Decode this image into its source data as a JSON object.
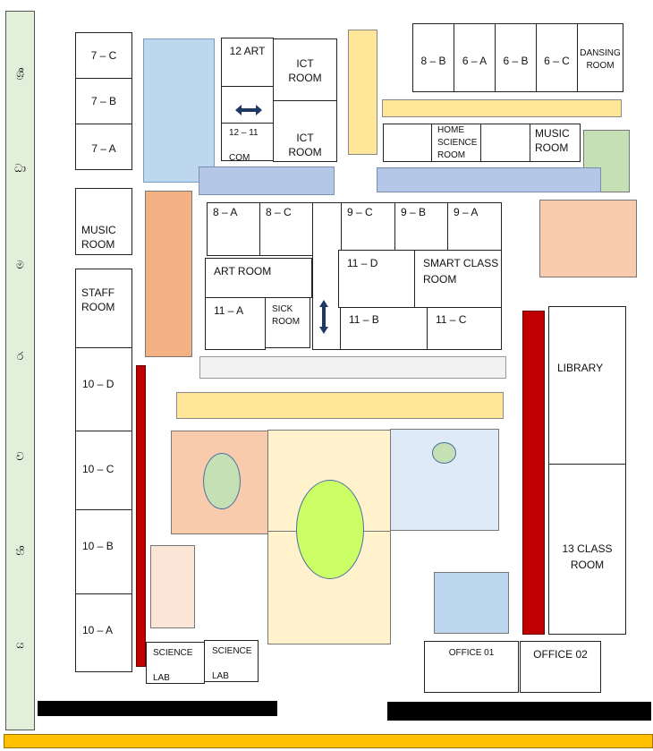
{
  "side_banner": {
    "letters": [
      "ශ්‍රී",
      "ධා",
      "ම",
      "ර",
      "ව",
      "හි",
      "ය"
    ]
  },
  "rooms": {
    "c7c": "7 – C",
    "c7b": "7 – B",
    "c7a": "7 – A",
    "art12": "12 ART",
    "com": "12 – 11\n\nCOM",
    "ict1": "ICT\nROOM",
    "ict2": "ICT\nROOM",
    "c8b": "8 – B",
    "c6a": "6 – A",
    "c6b": "6 – B",
    "c6c": "6 – C",
    "dance": "DANSING\nROOM",
    "home": "HOME\nSCIENCE\nROOM",
    "music_r": "MUSIC\nROOM",
    "music_l": "MUSIC\nROOM",
    "c8a": "8 – A",
    "c8c": "8 – C",
    "c9c": "9 – C",
    "c9b": "9 – B",
    "c9a": "9 – A",
    "c11d": "11 – D",
    "smart": "SMART CLASS\nROOM",
    "art": "ART ROOM",
    "c11a": "11 – A",
    "sick": "SICK\nROOM",
    "c11b": "11 – B",
    "c11c": "11 – C",
    "staff": "STAFF\nROOM",
    "c10d": "10 – D",
    "c10c": "10 – C",
    "c10b": "10 – B",
    "c10a": "10 – A",
    "library": "LIBRARY",
    "c13": "13 CLASS\nROOM",
    "sci1": "SCIENCE\n\nLAB",
    "sci2": "SCIENCE\n\nLAB",
    "off1": "OFFICE 01",
    "off2": "OFFICE 02"
  },
  "colors": {
    "yellow": "#ffe699",
    "blue": "#bdd7ee",
    "steel": "#b4c7e7",
    "orange": "#f4b183",
    "peach": "#f8cbad",
    "green": "#c5e0b4",
    "red": "#c00000",
    "lime": "#ccff66",
    "cream": "#fff2cc",
    "gold": "#ffc000"
  }
}
